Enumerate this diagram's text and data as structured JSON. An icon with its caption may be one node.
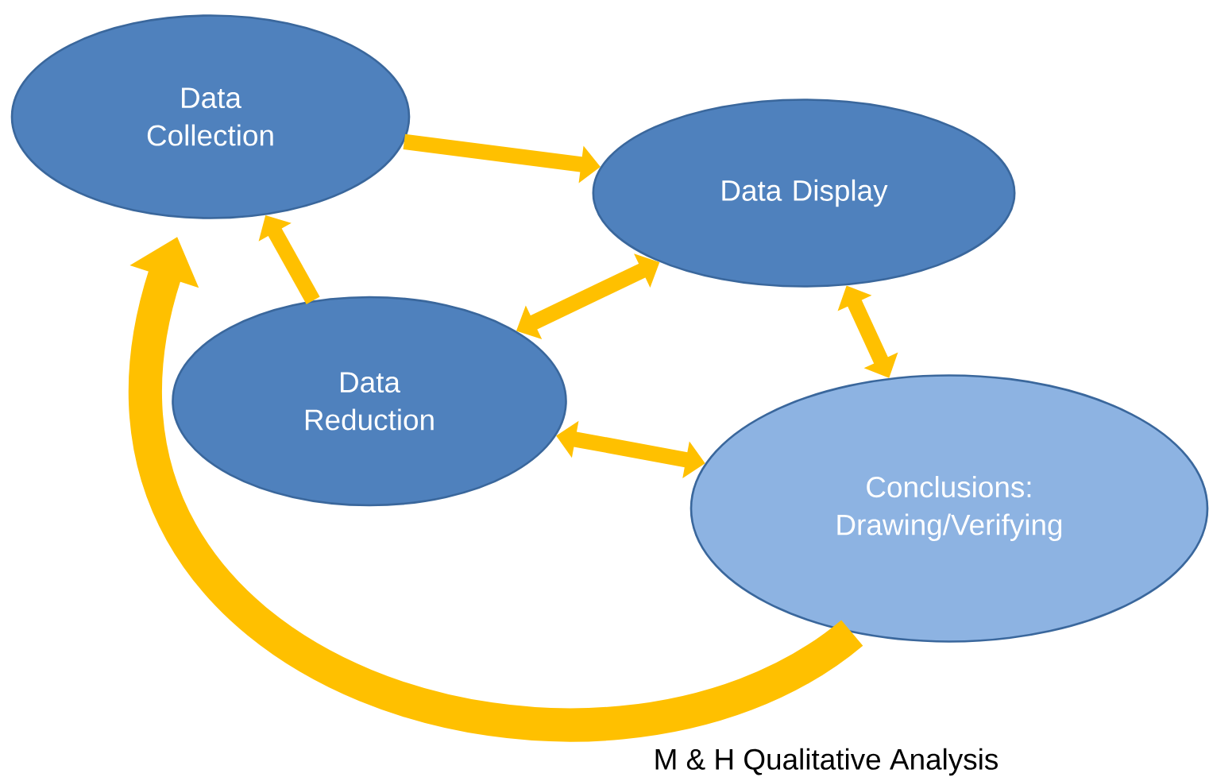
{
  "diagram": {
    "nodes": [
      {
        "text": [
          "Data Collection"
        ]
      },
      {
        "text": [
          "Data Display"
        ]
      },
      {
        "text": [
          "Data Reduction"
        ]
      },
      {
        "text": [
          "Conclusions: Drawing/Verifying"
        ]
      }
    ],
    "edges": [
      {
        "from": 0,
        "to": 1,
        "arrow": "to"
      },
      {
        "from": 2,
        "to": 0,
        "arrow": "to"
      },
      {
        "from": 1,
        "to": 2,
        "arrow": "both"
      },
      {
        "from": 1,
        "to": 3,
        "arrow": "both"
      },
      {
        "from": 2,
        "to": 3,
        "arrow": "both"
      },
      {
        "from": 3,
        "to": 0,
        "arrow": "to",
        "style": "thick"
      }
    ],
    "labels": [
      "M & H Qualitative Analysis"
    ]
  }
}
